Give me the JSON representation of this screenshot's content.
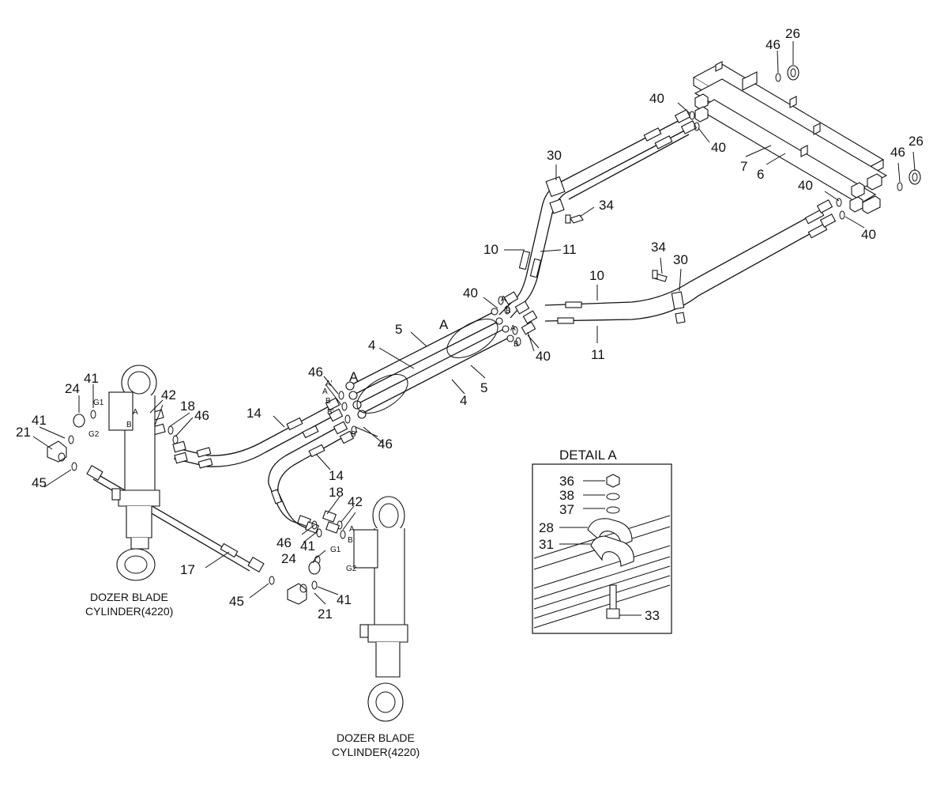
{
  "labels": {
    "l26a": "26",
    "l46a": "46",
    "l40a": "40",
    "l40b": "40",
    "l7": "7",
    "l6": "6",
    "l46b": "46",
    "l26b": "26",
    "l40c": "40",
    "l40d": "40",
    "l30a": "30",
    "l34a": "34",
    "l10a": "10",
    "l11a": "11",
    "l34b": "34",
    "l30b": "30",
    "l10b": "10",
    "l40e": "40",
    "l5a": "5",
    "l4a": "4",
    "l40f": "40",
    "l11b": "11",
    "l46c": "46",
    "l5b": "5",
    "l4b": "4",
    "l24a": "24",
    "l41a": "41",
    "l42a": "42",
    "l18a": "18",
    "l46d": "46",
    "l14a": "14",
    "l41b": "41",
    "l21a": "21",
    "l46e": "46",
    "l45a": "45",
    "l14b": "14",
    "l18b": "18",
    "l42b": "42",
    "l46f": "46",
    "l41c": "41",
    "l24b": "24",
    "l17": "17",
    "l45b": "45",
    "l21b": "21",
    "l41d": "41",
    "d36": "36",
    "d38": "38",
    "d37": "37",
    "d28": "28",
    "d31": "31",
    "d33": "33"
  },
  "small": {
    "sA1": "A",
    "sA2": "A",
    "sAp": "A",
    "sBp": "B",
    "sAp2": "A",
    "sBp2": "B",
    "sBa": "B",
    "sAb": "A",
    "sAc": "A'",
    "sBc": "B'",
    "sBd": "B'",
    "sG1a": "G1",
    "sG2a": "G2",
    "sAd": "A",
    "sBe": "B",
    "sG1b": "G1",
    "sG2b": "G2",
    "sAe": "A",
    "sBf": "B"
  },
  "captions": {
    "cyl1_l1": "DOZER BLADE",
    "cyl1_l2": "CYLINDER(4220)",
    "cyl2_l1": "DOZER BLADE",
    "cyl2_l2": "CYLINDER(4220)"
  },
  "detail": {
    "title": "DETAIL A"
  }
}
